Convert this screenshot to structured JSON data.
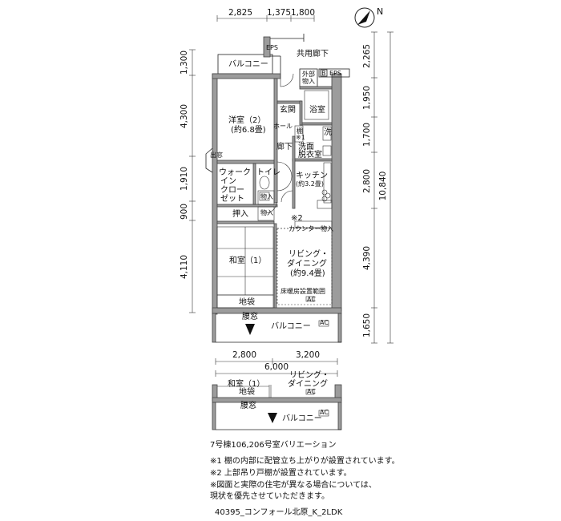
{
  "dims_top": [
    "2,825",
    "1,375",
    "1,800"
  ],
  "dims_left": [
    "1,300",
    "4,300",
    "1,910",
    "900",
    "4,110"
  ],
  "dims_right_inner": [
    "2,265",
    "1,950",
    "1,700",
    "2,800",
    "4,390",
    "1,650"
  ],
  "dims_right_total": "10,840",
  "dims_variation": [
    "2,800",
    "3,200",
    "6,000"
  ],
  "rooms": {
    "balcony_top": "バルコニー",
    "eps_top": "EPS",
    "corridor": "共用廊下",
    "outdoor_storage_1": "外部",
    "outdoor_storage_2": "物入",
    "b_label": "B",
    "eps_right": "EPS",
    "western_room": "洋室（2）",
    "western_size": "(約6.8畳)",
    "deme_window": "出窓",
    "entrance": "玄関",
    "bathroom": "浴室",
    "hall": "ホール",
    "shelf_1": "棚",
    "shelf_mark": "※1",
    "wash": "洗",
    "hallway": "廊下",
    "washroom_1": "洗面",
    "washroom_2": "脱衣室",
    "walkin_1": "ウォーク",
    "walkin_2": "イン",
    "walkin_3": "クロー",
    "walkin_4": "ゼット",
    "toilet": "トイレ",
    "kitchen": "キッチン",
    "kitchen_size": "(約3.2畳)",
    "storage_small_1": "物入",
    "storage_small_2": "物入",
    "oshiire": "押入",
    "note2_mark": "※2",
    "counter": "カウンター物入",
    "japanese_room": "和室（1）",
    "living_1": "リビング・",
    "living_2": "ダイニング",
    "living_size": "(約9.4畳)",
    "floor_heating": "床暖房設置範囲",
    "ac1": "AC",
    "jibukuro": "地袋",
    "koshimado": "腰窓",
    "balcony_bottom": "バルコニー",
    "ac2": "AC",
    "compass": "N"
  },
  "variation": {
    "japanese_room": "和室（1）",
    "living_1": "リビング・",
    "living_2": "ダイニング",
    "jibukuro": "地袋",
    "koshimado": "腰窓",
    "balcony": "バルコニー",
    "ac1": "AC",
    "ac2": "AC",
    "caption": "7号棟106,206号室バリエーション"
  },
  "notes": [
    "※1  棚の内部に配管立ち上がりが設置されています。",
    "※2  上部吊り戸棚が設置されています。",
    "※図面と実際の住宅が異なる場合については、",
    "     現状を優先させていただきます。"
  ],
  "footer": "40395_コンフォール北原_K_2LDK"
}
